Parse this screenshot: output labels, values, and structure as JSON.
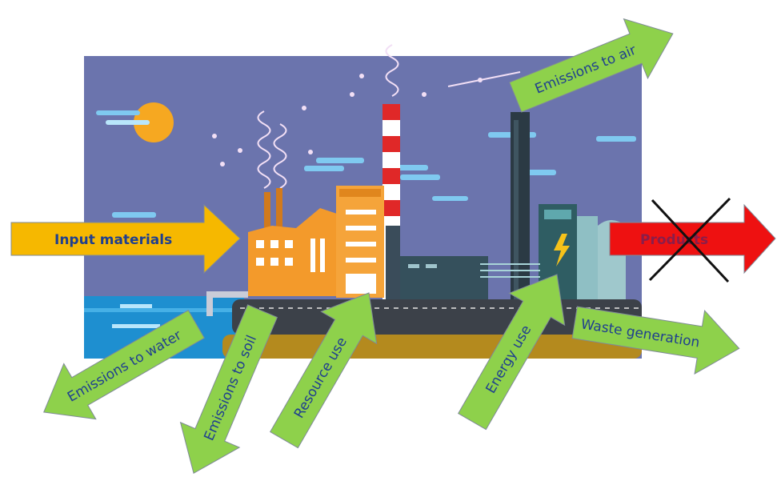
{
  "labels": {
    "input": "Input materials",
    "products": "Products",
    "air": "Emissions to air",
    "water": "Emissions to water",
    "soil": "Emissions to soil",
    "resource": "Resource use",
    "energy": "Energy use",
    "waste": "Waste generation"
  },
  "colors": {
    "sky": "#6b74ad",
    "arrow_green": "#8ed14b",
    "arrow_yellow": "#f6b800",
    "arrow_red": "#ee1111",
    "label_blue": "#1f3f8f"
  },
  "products_crossed_out": true
}
